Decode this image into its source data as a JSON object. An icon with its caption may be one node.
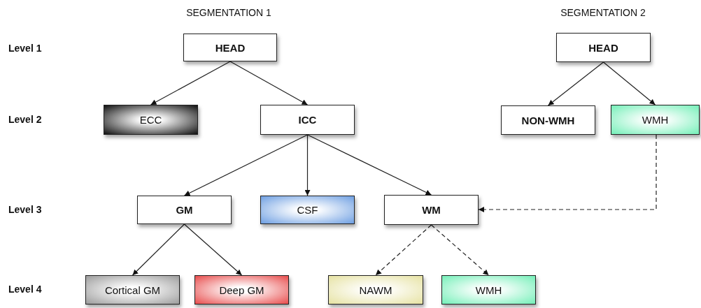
{
  "diagram": {
    "nodes": [
      {
        "text": [
          "HEAD"
        ]
      },
      {
        "text": [
          "HEAD"
        ]
      },
      {
        "text": [
          "ECC"
        ]
      },
      {
        "text": [
          "ICC"
        ]
      },
      {
        "text": [
          "NON-WMH"
        ]
      },
      {
        "text": [
          "WMH"
        ]
      },
      {
        "text": [
          "GM"
        ]
      },
      {
        "text": [
          "CSF"
        ]
      },
      {
        "text": [
          "WM"
        ]
      },
      {
        "text": [
          "Cortical GM"
        ]
      },
      {
        "text": [
          "Deep GM"
        ]
      },
      {
        "text": [
          "NAWM"
        ]
      },
      {
        "text": [
          "WMH"
        ]
      }
    ],
    "edges": [
      {
        "from": 0,
        "to": 2,
        "arrow": "to"
      },
      {
        "from": 0,
        "to": 3,
        "arrow": "to"
      },
      {
        "from": 1,
        "to": 4,
        "arrow": "to"
      },
      {
        "from": 1,
        "to": 5,
        "arrow": "to"
      },
      {
        "from": 3,
        "to": 6,
        "arrow": "to"
      },
      {
        "from": 3,
        "to": 7,
        "arrow": "to"
      },
      {
        "from": 3,
        "to": 8,
        "arrow": "to"
      },
      {
        "from": 5,
        "to": 8,
        "arrow": "to",
        "style": "dashed"
      },
      {
        "from": 6,
        "to": 9,
        "arrow": "to"
      },
      {
        "from": 6,
        "to": 10,
        "arrow": "to"
      },
      {
        "from": 8,
        "to": 11,
        "arrow": "to",
        "style": "dashed"
      },
      {
        "from": 8,
        "to": 12,
        "arrow": "to",
        "style": "dashed"
      }
    ],
    "labels": [
      "SEGMENTATION 1",
      "SEGMENTATION 2",
      "Level 1",
      "Level 2",
      "Level 3",
      "Level 4"
    ]
  }
}
